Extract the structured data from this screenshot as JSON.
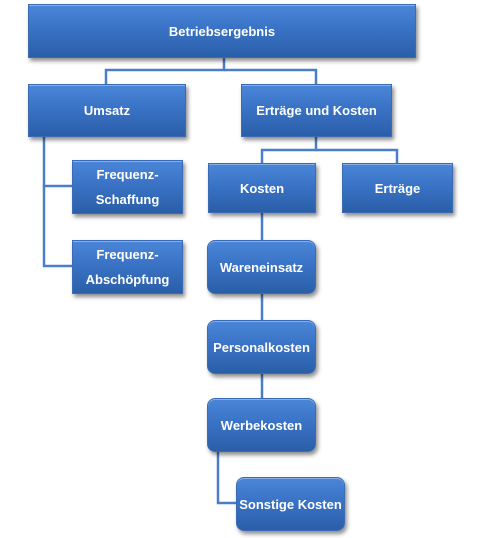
{
  "colors": {
    "box": "#3a73c6",
    "connector": "#4a7ec8"
  },
  "nodes": {
    "betriebsergebnis": "Betriebsergebnis",
    "umsatz": "Umsatz",
    "ertraege_und_kosten": "Erträge und Kosten",
    "frequenz_schaffung": "Frequenz-\nSchaffung",
    "frequenz_abschoepfung": "Frequenz-\nAbschöpfung",
    "kosten": "Kosten",
    "ertraege": "Erträge",
    "wareneinsatz": "Wareneinsatz",
    "personalkosten": "Personalkosten",
    "werbekosten": "Werbekosten",
    "sonstige_kosten": "Sonstige Kosten"
  }
}
